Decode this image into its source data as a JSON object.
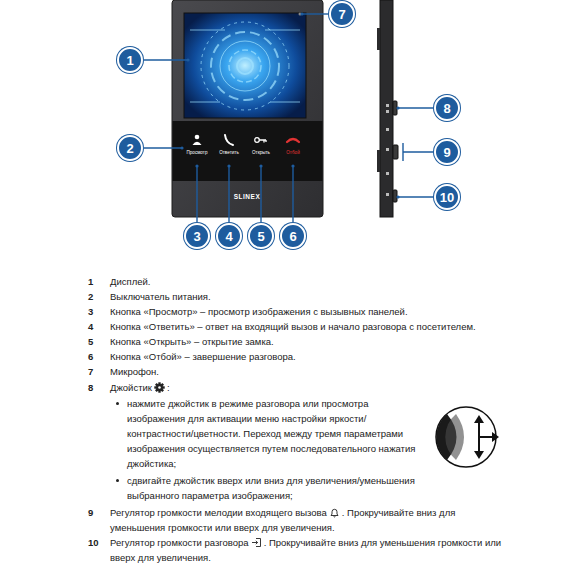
{
  "diagram": {
    "nodes": [
      {
        "text": [
          "7"
        ]
      },
      {
        "text": [
          "1"
        ]
      },
      {
        "text": [
          "8"
        ]
      },
      {
        "text": [
          "2"
        ]
      },
      {
        "text": [
          "9"
        ]
      },
      {
        "text": [
          "10"
        ]
      },
      {
        "text": [
          "3"
        ]
      },
      {
        "text": [
          "4"
        ]
      },
      {
        "text": [
          "5"
        ]
      },
      {
        "text": [
          "6"
        ]
      }
    ],
    "labels": [
      "Просмотр",
      "Ответить",
      "Открыть",
      "Отбой",
      "SLINEX",
      "1",
      "Дисплей.",
      "2",
      "Выключатель питания.",
      "3",
      "Кнопка «Просмотр» – просмотр изображения с вызывных панелей.",
      "4",
      "Кнопка «Ответить» – ответ на входящий вызов и начало разговора с посетителем.",
      "5",
      "Кнопка «Открыть» – открытие замка.",
      "6",
      "Кнопка «Отбой» – завершение разговора.",
      "7",
      "Микрофон.",
      "8",
      "Джойстик",
      ":",
      "нажмите джойстик в режиме разговора или просмотра изображения для активации меню настройки яркости/контрастности/цветности. Переход между тремя параметрами изображения осуществляется путем последовательного нажатия джойстика;",
      "сдвигайте джойстик вверх или вниз для увеличения/уменьшения выбранного параметра изображения;",
      "9",
      "Регулятор громкости мелодии входящего вызова",
      ". Прокручивайте вниз для уменьшения громкости или вверх для увеличения.",
      "10",
      "Регулятор громкости разговора",
      ". Прокручивайте вниз для уменьшения громкости или вверх для увеличения."
    ]
  }
}
